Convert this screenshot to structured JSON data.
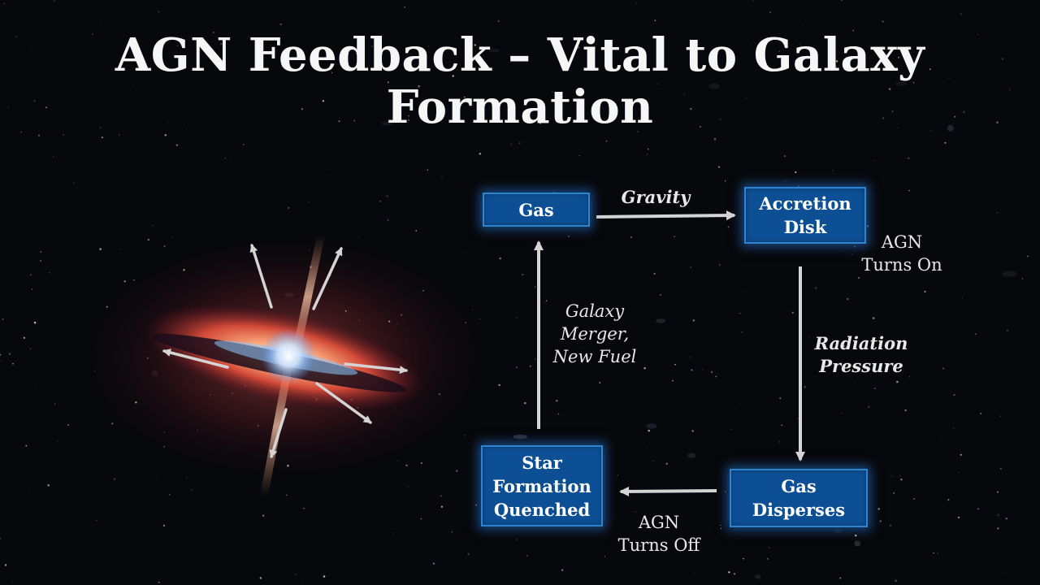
{
  "title": [
    "AGN Feedback – Vital to Galaxy",
    "Formation"
  ],
  "boxes": {
    "gas": [
      "Gas"
    ],
    "accretion": [
      "Accretion",
      "Disk"
    ],
    "disperses": [
      "Gas",
      "Disperses"
    ],
    "quenched": [
      "Star",
      "Formation",
      "Quenched"
    ]
  },
  "labels": {
    "gravity": [
      "Gravity"
    ],
    "agn_on": [
      "AGN",
      "Turns On"
    ],
    "radiation": [
      "Radiation",
      "Pressure"
    ],
    "agn_off": [
      "AGN",
      "Turns Off"
    ],
    "merger": [
      "Galaxy",
      "Merger,",
      "New Fuel"
    ]
  },
  "colors": {
    "box_fill": "#0d4f95",
    "box_border": "#2f84d0",
    "arrow": "#d4d4d4",
    "background": "#07080b"
  },
  "icons": [
    "galaxy-jet-illustration"
  ]
}
